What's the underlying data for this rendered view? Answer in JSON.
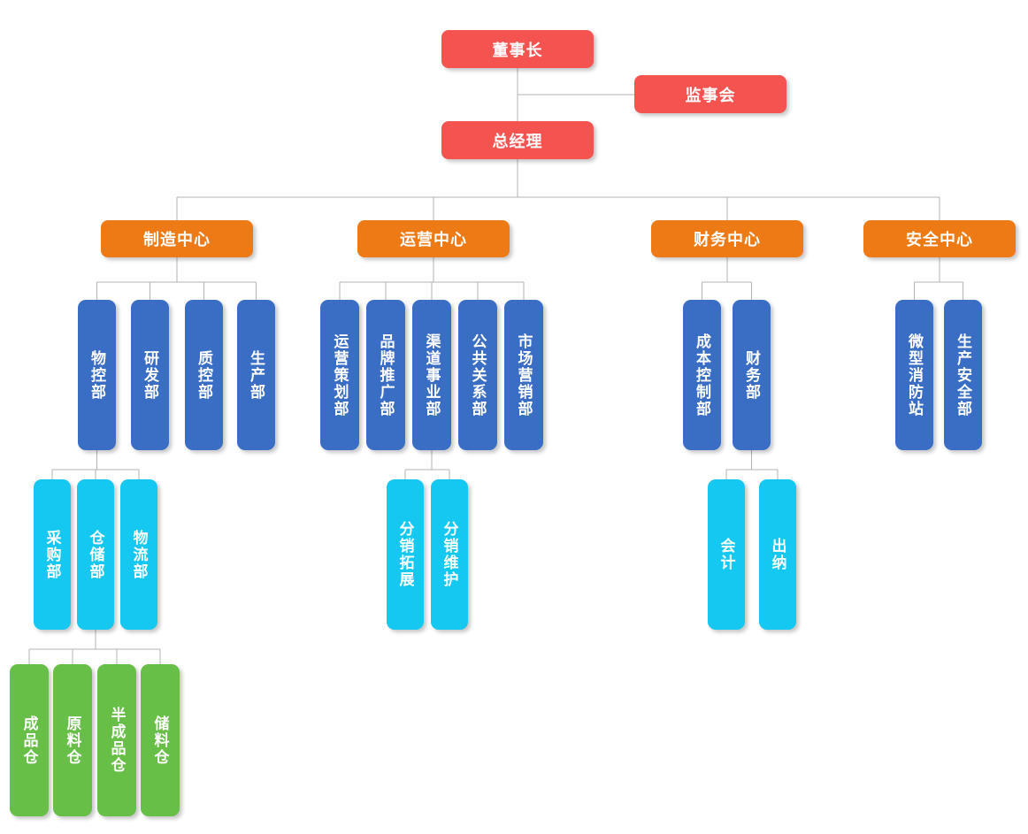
{
  "palette": {
    "red": "#f4534f",
    "orange": "#ee7a16",
    "blue": "#3a6ec5",
    "cyan": "#14c8f1",
    "green": "#67bf48",
    "line": "#b3b3b3",
    "text": "#ffffff",
    "background": "#ffffff"
  },
  "nodes": {
    "chairman": "董事长",
    "supervisory_board": "监事会",
    "general_manager": "总经理",
    "manufacturing_center": "制造中心",
    "operations_center": "运营中心",
    "finance_center": "财务中心",
    "safety_center": "安全中心",
    "material_control": "物控部",
    "rnd": "研发部",
    "quality_control": "质控部",
    "production": "生产部",
    "operations_planning": "运营策划部",
    "brand_promotion": "品牌推广部",
    "channel_business": "渠道事业部",
    "public_relations": "公共关系部",
    "marketing": "市场营销部",
    "cost_control": "成本控制部",
    "finance_dept": "财务部",
    "micro_fire_station": "微型消防站",
    "production_safety": "生产安全部",
    "procurement": "采购部",
    "warehousing": "仓储部",
    "logistics": "物流部",
    "distribution_expansion": "分销拓展",
    "distribution_maintenance": "分销维护",
    "accounting": "会计",
    "cashier": "出纳",
    "finished_goods_warehouse": "成品仓",
    "raw_material_warehouse": "原料仓",
    "semi_finished_warehouse": "半成品仓",
    "storage_warehouse": "储料仓"
  },
  "edges": [
    {
      "from": "chairman",
      "to": "supervisory_board"
    },
    {
      "from": "chairman",
      "to": "general_manager"
    },
    {
      "from": "general_manager",
      "to": "manufacturing_center"
    },
    {
      "from": "general_manager",
      "to": "operations_center"
    },
    {
      "from": "general_manager",
      "to": "finance_center"
    },
    {
      "from": "general_manager",
      "to": "safety_center"
    },
    {
      "from": "manufacturing_center",
      "to": "material_control"
    },
    {
      "from": "manufacturing_center",
      "to": "rnd"
    },
    {
      "from": "manufacturing_center",
      "to": "quality_control"
    },
    {
      "from": "manufacturing_center",
      "to": "production"
    },
    {
      "from": "material_control",
      "to": "procurement"
    },
    {
      "from": "material_control",
      "to": "warehousing"
    },
    {
      "from": "material_control",
      "to": "logistics"
    },
    {
      "from": "warehousing",
      "to": "finished_goods_warehouse"
    },
    {
      "from": "warehousing",
      "to": "raw_material_warehouse"
    },
    {
      "from": "warehousing",
      "to": "semi_finished_warehouse"
    },
    {
      "from": "warehousing",
      "to": "storage_warehouse"
    },
    {
      "from": "operations_center",
      "to": "operations_planning"
    },
    {
      "from": "operations_center",
      "to": "brand_promotion"
    },
    {
      "from": "operations_center",
      "to": "channel_business"
    },
    {
      "from": "operations_center",
      "to": "public_relations"
    },
    {
      "from": "operations_center",
      "to": "marketing"
    },
    {
      "from": "channel_business",
      "to": "distribution_expansion"
    },
    {
      "from": "channel_business",
      "to": "distribution_maintenance"
    },
    {
      "from": "finance_center",
      "to": "cost_control"
    },
    {
      "from": "finance_center",
      "to": "finance_dept"
    },
    {
      "from": "finance_dept",
      "to": "accounting"
    },
    {
      "from": "finance_dept",
      "to": "cashier"
    },
    {
      "from": "safety_center",
      "to": "micro_fire_station"
    },
    {
      "from": "safety_center",
      "to": "production_safety"
    }
  ]
}
